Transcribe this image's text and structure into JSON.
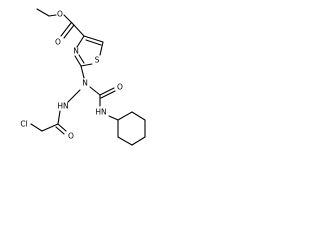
{
  "molecule": {
    "atoms": {
      "ester_o_single": "O",
      "ester_o_double": "O",
      "thiazole_n": "N",
      "thiazole_s": "S",
      "central_n": "N",
      "hydrazide_nh": "HN",
      "carbonyl_o_left": "O",
      "carbonyl_o_right": "O",
      "amide_nh": "HN",
      "chlorine": "Cl"
    }
  }
}
